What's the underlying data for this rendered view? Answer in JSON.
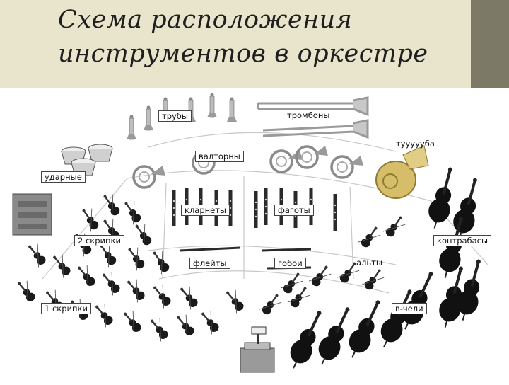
{
  "title": {
    "line1": "Схема расположения",
    "line2": "инструментов в оркестре"
  },
  "labels": {
    "trumpets": "трубы",
    "trombones": "тромбоны",
    "tuba": "туууууба",
    "horns": "валторны",
    "percussion": "ударные",
    "clarinets": "кларнеты",
    "bassoons": "фаготы",
    "second_violins": "2 скрипки",
    "double_basses": "контрабасы",
    "flutes": "флейты",
    "oboes": "гобои",
    "violas": "альты",
    "first_violins": "1 скрипки",
    "cellos": "в-чели"
  },
  "colors": {
    "title_band": "#e8e5cc",
    "title_accent": "#7c7a66",
    "brass": "#c9b56a",
    "strings": "#1a1a1a",
    "woodwinds": "#2a2a2a"
  }
}
